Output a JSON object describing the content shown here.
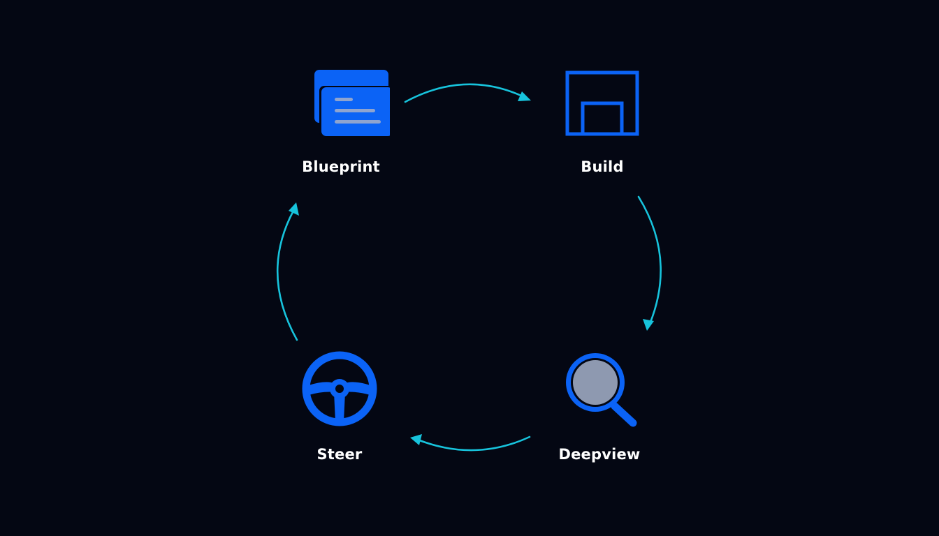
{
  "diagram": {
    "nodes": [
      {
        "id": "blueprint",
        "label": "Blueprint",
        "icon": "cards-icon"
      },
      {
        "id": "build",
        "label": "Build",
        "icon": "frame-icon"
      },
      {
        "id": "deepview",
        "label": "Deepview",
        "icon": "magnifier-icon"
      },
      {
        "id": "steer",
        "label": "Steer",
        "icon": "steering-wheel-icon"
      }
    ],
    "edges": [
      {
        "from": "blueprint",
        "to": "build"
      },
      {
        "from": "build",
        "to": "deepview"
      },
      {
        "from": "deepview",
        "to": "steer"
      },
      {
        "from": "steer",
        "to": "blueprint"
      }
    ],
    "colors": {
      "background": "#040713",
      "icon_blue": "#0b63f6",
      "arrow_cyan": "#17c3dc",
      "lens_gray": "#8e99b0",
      "label_white": "#ffffff"
    }
  }
}
